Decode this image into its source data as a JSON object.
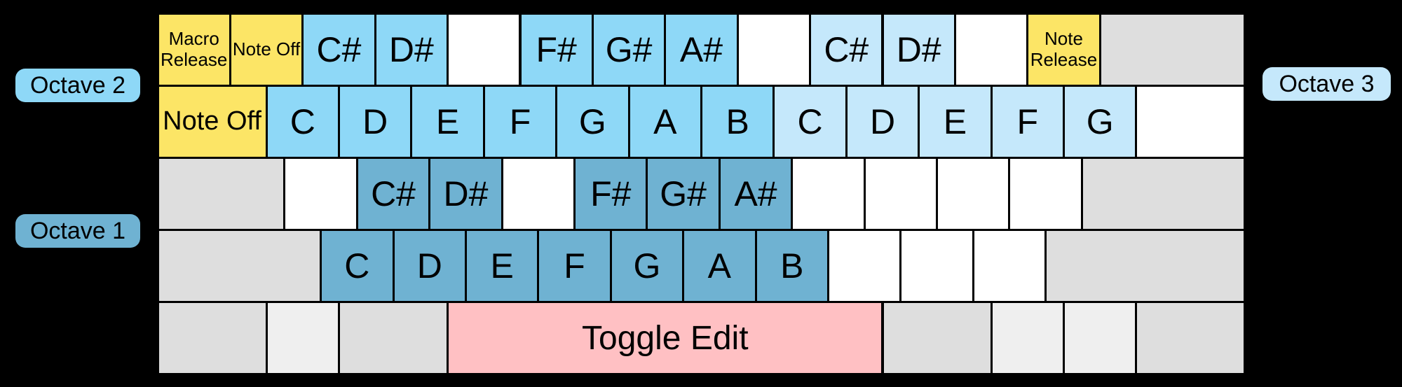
{
  "colors": {
    "background": "#000000",
    "key_border": "#000000",
    "text": "#000000",
    "yellow": "#fce566",
    "octave1_blue": "#6fb2d2",
    "octave2_blue": "#8ed8f7",
    "octave3_blue": "#c5e8fb",
    "gray": "#dedede",
    "light_gray": "#efefef",
    "white": "#ffffff",
    "pink": "#ffc0c3"
  },
  "labels": {
    "octave1": "Octave 1",
    "octave2": "Octave 2",
    "octave3": "Octave 3"
  },
  "keyboard": {
    "units_wide": 15,
    "rows": [
      {
        "keys": [
          {
            "label": "Macro Release",
            "name": "key-macro-release",
            "color": "yellow",
            "w": 1,
            "size": "sm"
          },
          {
            "label": "Note Off",
            "name": "key-note-off",
            "color": "yellow",
            "w": 1,
            "size": "sm"
          },
          {
            "label": "C#",
            "octave": 2,
            "name": "key-oct2-c-sharp",
            "color": "octave2_blue",
            "w": 1,
            "size": "lg"
          },
          {
            "label": "D#",
            "octave": 2,
            "name": "key-oct2-d-sharp",
            "color": "octave2_blue",
            "w": 1,
            "size": "lg"
          },
          {
            "label": "",
            "name": "key-blank",
            "color": "white",
            "w": 1
          },
          {
            "label": "F#",
            "octave": 2,
            "name": "key-oct2-f-sharp",
            "color": "octave2_blue",
            "w": 1,
            "size": "lg"
          },
          {
            "label": "G#",
            "octave": 2,
            "name": "key-oct2-g-sharp",
            "color": "octave2_blue",
            "w": 1,
            "size": "lg"
          },
          {
            "label": "A#",
            "octave": 2,
            "name": "key-oct2-a-sharp",
            "color": "octave2_blue",
            "w": 1,
            "size": "lg"
          },
          {
            "label": "",
            "name": "key-blank",
            "color": "white",
            "w": 1
          },
          {
            "label": "C#",
            "octave": 3,
            "name": "key-oct3-c-sharp",
            "color": "octave3_blue",
            "w": 1,
            "size": "lg"
          },
          {
            "label": "D#",
            "octave": 3,
            "name": "key-oct3-d-sharp",
            "color": "octave3_blue",
            "w": 1,
            "size": "lg"
          },
          {
            "label": "",
            "name": "key-blank",
            "color": "white",
            "w": 1
          },
          {
            "label": "Note Release",
            "name": "key-note-release",
            "color": "yellow",
            "w": 1,
            "size": "sm"
          },
          {
            "label": "",
            "name": "key-blank-gray",
            "color": "gray",
            "w": 2
          }
        ]
      },
      {
        "keys": [
          {
            "label": "Note Off",
            "name": "key-note-off-wide",
            "color": "yellow",
            "w": 1.5,
            "size": "md"
          },
          {
            "label": "C",
            "octave": 2,
            "name": "key-oct2-c",
            "color": "octave2_blue",
            "w": 1,
            "size": "lg"
          },
          {
            "label": "D",
            "octave": 2,
            "name": "key-oct2-d",
            "color": "octave2_blue",
            "w": 1,
            "size": "lg"
          },
          {
            "label": "E",
            "octave": 2,
            "name": "key-oct2-e",
            "color": "octave2_blue",
            "w": 1,
            "size": "lg"
          },
          {
            "label": "F",
            "octave": 2,
            "name": "key-oct2-f",
            "color": "octave2_blue",
            "w": 1,
            "size": "lg"
          },
          {
            "label": "G",
            "octave": 2,
            "name": "key-oct2-g",
            "color": "octave2_blue",
            "w": 1,
            "size": "lg"
          },
          {
            "label": "A",
            "octave": 2,
            "name": "key-oct2-a",
            "color": "octave2_blue",
            "w": 1,
            "size": "lg"
          },
          {
            "label": "B",
            "octave": 2,
            "name": "key-oct2-b",
            "color": "octave2_blue",
            "w": 1,
            "size": "lg"
          },
          {
            "label": "C",
            "octave": 3,
            "name": "key-oct3-c",
            "color": "octave3_blue",
            "w": 1,
            "size": "lg"
          },
          {
            "label": "D",
            "octave": 3,
            "name": "key-oct3-d",
            "color": "octave3_blue",
            "w": 1,
            "size": "lg"
          },
          {
            "label": "E",
            "octave": 3,
            "name": "key-oct3-e",
            "color": "octave3_blue",
            "w": 1,
            "size": "lg"
          },
          {
            "label": "F",
            "octave": 3,
            "name": "key-oct3-f",
            "color": "octave3_blue",
            "w": 1,
            "size": "lg"
          },
          {
            "label": "G",
            "octave": 3,
            "name": "key-oct3-g",
            "color": "octave3_blue",
            "w": 1,
            "size": "lg"
          },
          {
            "label": "",
            "name": "key-blank",
            "color": "white",
            "w": 1.5
          }
        ]
      },
      {
        "keys": [
          {
            "label": "",
            "name": "key-blank-gray",
            "color": "gray",
            "w": 1.75
          },
          {
            "label": "",
            "name": "key-blank",
            "color": "white",
            "w": 1
          },
          {
            "label": "C#",
            "octave": 1,
            "name": "key-oct1-c-sharp",
            "color": "octave1_blue",
            "w": 1,
            "size": "lg"
          },
          {
            "label": "D#",
            "octave": 1,
            "name": "key-oct1-d-sharp",
            "color": "octave1_blue",
            "w": 1,
            "size": "lg"
          },
          {
            "label": "",
            "name": "key-blank",
            "color": "white",
            "w": 1
          },
          {
            "label": "F#",
            "octave": 1,
            "name": "key-oct1-f-sharp",
            "color": "octave1_blue",
            "w": 1,
            "size": "lg"
          },
          {
            "label": "G#",
            "octave": 1,
            "name": "key-oct1-g-sharp",
            "color": "octave1_blue",
            "w": 1,
            "size": "lg"
          },
          {
            "label": "A#",
            "octave": 1,
            "name": "key-oct1-a-sharp",
            "color": "octave1_blue",
            "w": 1,
            "size": "lg"
          },
          {
            "label": "",
            "name": "key-blank",
            "color": "white",
            "w": 1
          },
          {
            "label": "",
            "name": "key-blank",
            "color": "white",
            "w": 1
          },
          {
            "label": "",
            "name": "key-blank",
            "color": "white",
            "w": 1
          },
          {
            "label": "",
            "name": "key-blank",
            "color": "white",
            "w": 1
          },
          {
            "label": "",
            "name": "key-blank-gray",
            "color": "gray",
            "w": 2.25
          }
        ]
      },
      {
        "keys": [
          {
            "label": "",
            "name": "key-blank-gray",
            "color": "gray",
            "w": 2.25
          },
          {
            "label": "C",
            "octave": 1,
            "name": "key-oct1-c",
            "color": "octave1_blue",
            "w": 1,
            "size": "lg"
          },
          {
            "label": "D",
            "octave": 1,
            "name": "key-oct1-d",
            "color": "octave1_blue",
            "w": 1,
            "size": "lg"
          },
          {
            "label": "E",
            "octave": 1,
            "name": "key-oct1-e",
            "color": "octave1_blue",
            "w": 1,
            "size": "lg"
          },
          {
            "label": "F",
            "octave": 1,
            "name": "key-oct1-f",
            "color": "octave1_blue",
            "w": 1,
            "size": "lg"
          },
          {
            "label": "G",
            "octave": 1,
            "name": "key-oct1-g",
            "color": "octave1_blue",
            "w": 1,
            "size": "lg"
          },
          {
            "label": "A",
            "octave": 1,
            "name": "key-oct1-a",
            "color": "octave1_blue",
            "w": 1,
            "size": "lg"
          },
          {
            "label": "B",
            "octave": 1,
            "name": "key-oct1-b",
            "color": "octave1_blue",
            "w": 1,
            "size": "lg"
          },
          {
            "label": "",
            "name": "key-blank",
            "color": "white",
            "w": 1
          },
          {
            "label": "",
            "name": "key-blank",
            "color": "white",
            "w": 1
          },
          {
            "label": "",
            "name": "key-blank",
            "color": "white",
            "w": 1
          },
          {
            "label": "",
            "name": "key-blank-gray",
            "color": "gray",
            "w": 2.75
          }
        ]
      },
      {
        "keys": [
          {
            "label": "",
            "name": "key-blank-gray",
            "color": "gray",
            "w": 1.5
          },
          {
            "label": "",
            "name": "key-blank-lightgray",
            "color": "light_gray",
            "w": 1
          },
          {
            "label": "",
            "name": "key-blank-gray",
            "color": "gray",
            "w": 1.5
          },
          {
            "label": "Toggle Edit",
            "name": "key-toggle-edit",
            "color": "pink",
            "w": 6,
            "size": "xl"
          },
          {
            "label": "",
            "name": "key-blank-gray",
            "color": "gray",
            "w": 1.5
          },
          {
            "label": "",
            "name": "key-blank-lightgray",
            "color": "light_gray",
            "w": 1
          },
          {
            "label": "",
            "name": "key-blank-lightgray",
            "color": "light_gray",
            "w": 1
          },
          {
            "label": "",
            "name": "key-blank-gray",
            "color": "gray",
            "w": 1.5
          }
        ]
      }
    ]
  }
}
